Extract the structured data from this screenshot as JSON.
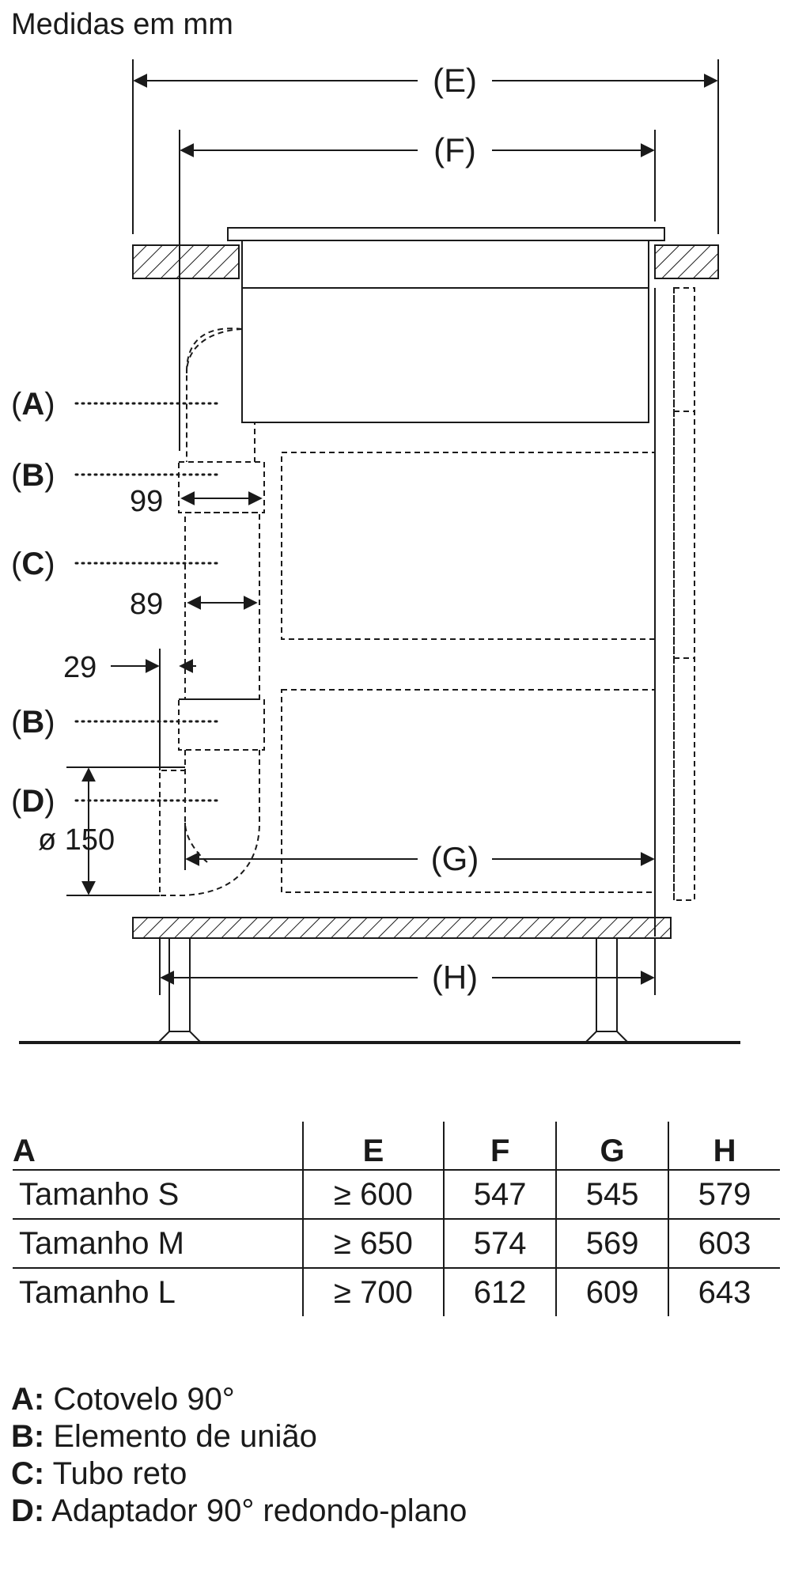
{
  "title": "Medidas em mm",
  "dimensions": {
    "E": "(E)",
    "F": "(F)",
    "G": "(G)",
    "H": "(H)",
    "d99": "99",
    "d89": "89",
    "d29": "29",
    "d150": "ø 150"
  },
  "parts_labels": [
    "(A)",
    "(B)",
    "(C)",
    "(B)",
    "(D)"
  ],
  "table": {
    "headers": [
      "A",
      "E",
      "F",
      "G",
      "H"
    ],
    "rows": [
      [
        "Tamanho S",
        "≥ 600",
        "547",
        "545",
        "579"
      ],
      [
        "Tamanho M",
        "≥ 650",
        "574",
        "569",
        "603"
      ],
      [
        "Tamanho L",
        "≥ 700",
        "612",
        "609",
        "643"
      ]
    ]
  },
  "legend": [
    {
      "key": "A:",
      "text": " Cotovelo 90°"
    },
    {
      "key": "B:",
      "text": " Elemento de união"
    },
    {
      "key": "C:",
      "text": " Tubo reto"
    },
    {
      "key": "D:",
      "text": " Adaptador 90° redondo-plano"
    }
  ]
}
